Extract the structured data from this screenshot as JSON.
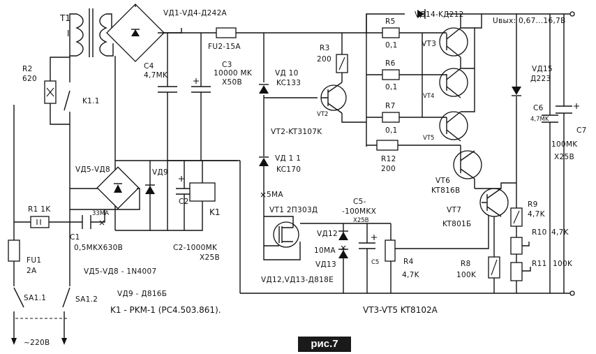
{
  "labels": {
    "t1": "T1",
    "t1_winding": "I",
    "bridge1": "VД1-VД4-Д242A",
    "fuse2": "FU2-15A",
    "r2": "R2",
    "r2_val": "620",
    "k11": "K1.1",
    "c4": "C4",
    "c4_val": "4,7MK",
    "c3": "C3",
    "c3_val": "10000 MK",
    "c3_v": "X50B",
    "vd10": "VД 10",
    "vd10_type": "KC133",
    "r3": "R3",
    "r3_val": "200",
    "vt2": "VT2",
    "vt2_type": "VT2-KT3107K",
    "vd11": "VД 1 1",
    "vd11_type": "KC170",
    "ma5": "5MA",
    "vt1": "VT1 2П303Д",
    "vd14": "VД14-KД212",
    "r5": "R5",
    "r5_val": "0,1",
    "r6": "R6",
    "r6_val": "0,1",
    "r7": "R7",
    "r7_val": "0,1",
    "r12": "R12",
    "r12_val": "200",
    "vt3": "VT3",
    "vt4": "VT4",
    "vt5": "VT5",
    "vt6": "VT6",
    "vt6_type": "KT816B",
    "vt7": "VT7",
    "vt7_type": "KT801Б",
    "uout": "Uвых: 0,67...16,7B",
    "vd15": "VД15",
    "vd15_type": "Д223",
    "c6": "C6",
    "c6_val": "4,7MK",
    "c7": "C7",
    "c7_val": "100MK",
    "c7_v": "X25B",
    "r9": "R9",
    "r9_val": "4,7K",
    "r10": "R10",
    "r10_val": "4,7K",
    "r11": "R11",
    "r11_val": "100K",
    "r8": "R8",
    "r8_val": "100K",
    "r4": "R4",
    "r4_val": "4,7K",
    "c5": "C5-",
    "c5_val": "-100MKX",
    "c5_v": "X25B",
    "c5_lbl": "C5",
    "vd12": "VД12",
    "ma10": "10MA",
    "vd13": "VД13",
    "vd1213_type": "VД12,VД13-Д818E",
    "vd58": "VД5-VД8",
    "vd9": "VД9",
    "c2": "C2",
    "k1": "K1",
    "ma33": "33MA",
    "r1": "R1 1K",
    "c1": "C1",
    "c1_val": "0,5MKX630B",
    "c2_val": "C2-1000MK",
    "c2_v": "X25B",
    "vd58_type": "VД5-VД8 - 1N4007",
    "vd9_type": "VД9 - Д816Б",
    "k1_type": "K1 - PKM-1 (PC4.503.861).",
    "vt35_type": "VT3-VT5 KT8102A",
    "fu1": "FU1",
    "fu1_val": "2A",
    "sa11": "SA1.1",
    "sa12": "SA1.2",
    "mains": "~220B",
    "caption": "рис.7"
  }
}
